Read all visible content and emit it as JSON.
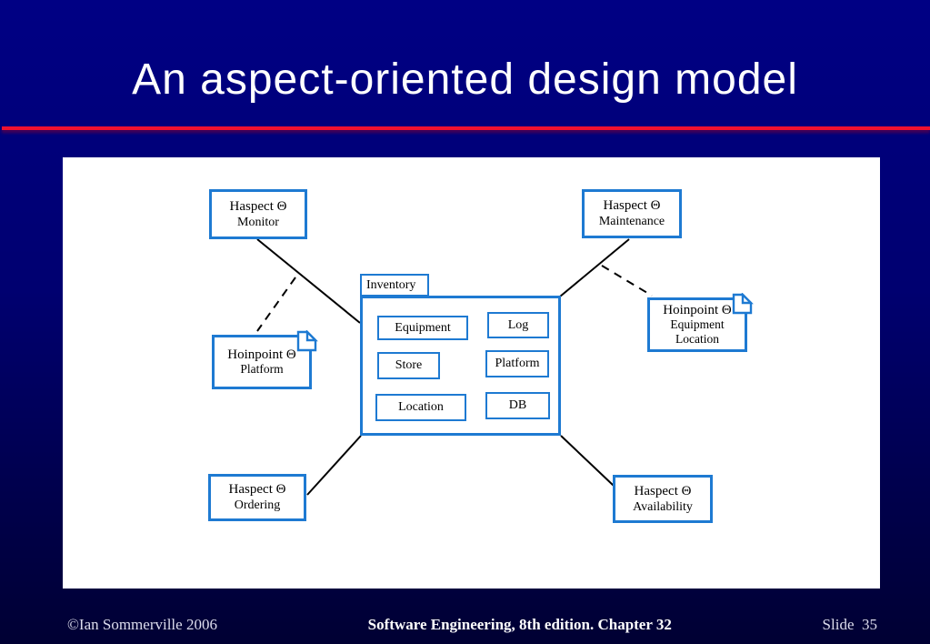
{
  "title": "An aspect-oriented design model",
  "footer": {
    "copyright": "©Ian Sommerville 2006",
    "book": "Software Engineering, 8th edition. Chapter 32",
    "slide": "Slide  35"
  },
  "colors": {
    "background_top": "#000084",
    "background_bottom": "#000033",
    "accent_red": "#ef1130",
    "box_border_blue": "#1e7ad2",
    "line_black": "#000000"
  },
  "diagram": {
    "package": {
      "name": "Inventory",
      "components": {
        "equipment": "Equipment",
        "store": "Store",
        "location": "Location",
        "log": "Log",
        "platform": "Platform",
        "db": "DB"
      }
    },
    "nodes": {
      "monitor": {
        "stereotype": "Haspect Θ",
        "name": "Monitor"
      },
      "maintenance": {
        "stereotype": "Haspect Θ",
        "name": "Maintenance"
      },
      "ordering": {
        "stereotype": "Haspect Θ",
        "name": "Ordering"
      },
      "availability": {
        "stereotype": "Haspect Θ",
        "name": "Availability"
      },
      "joinpoint_platform": {
        "stereotype": "Hoinpoint Θ",
        "line1": "Platform"
      },
      "joinpoint_equipment_location": {
        "stereotype": "Hoinpoint Θ",
        "line1": "Equipment",
        "line2": "Location"
      }
    }
  }
}
